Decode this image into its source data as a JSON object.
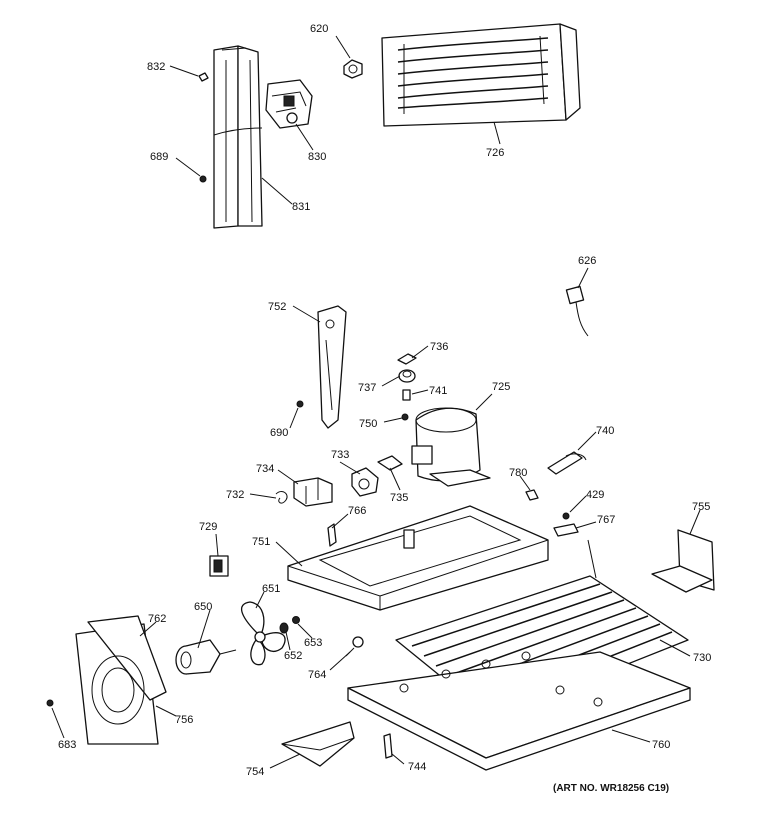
{
  "diagram": {
    "art_number": "(ART NO. WR18256 C19)",
    "callouts": [
      {
        "id": "620",
        "label": "620"
      },
      {
        "id": "726",
        "label": "726"
      },
      {
        "id": "832",
        "label": "832"
      },
      {
        "id": "830",
        "label": "830"
      },
      {
        "id": "689",
        "label": "689"
      },
      {
        "id": "831",
        "label": "831"
      },
      {
        "id": "626",
        "label": "626"
      },
      {
        "id": "752",
        "label": "752"
      },
      {
        "id": "736",
        "label": "736"
      },
      {
        "id": "737",
        "label": "737"
      },
      {
        "id": "741",
        "label": "741"
      },
      {
        "id": "725",
        "label": "725"
      },
      {
        "id": "750",
        "label": "750"
      },
      {
        "id": "690",
        "label": "690"
      },
      {
        "id": "740",
        "label": "740"
      },
      {
        "id": "733",
        "label": "733"
      },
      {
        "id": "734",
        "label": "734"
      },
      {
        "id": "735",
        "label": "735"
      },
      {
        "id": "780",
        "label": "780"
      },
      {
        "id": "429",
        "label": "429"
      },
      {
        "id": "732",
        "label": "732"
      },
      {
        "id": "766",
        "label": "766"
      },
      {
        "id": "767",
        "label": "767"
      },
      {
        "id": "755",
        "label": "755"
      },
      {
        "id": "729",
        "label": "729"
      },
      {
        "id": "751",
        "label": "751"
      },
      {
        "id": "651",
        "label": "651"
      },
      {
        "id": "650",
        "label": "650"
      },
      {
        "id": "762",
        "label": "762"
      },
      {
        "id": "653",
        "label": "653"
      },
      {
        "id": "652",
        "label": "652"
      },
      {
        "id": "764",
        "label": "764"
      },
      {
        "id": "730",
        "label": "730"
      },
      {
        "id": "683",
        "label": "683"
      },
      {
        "id": "756",
        "label": "756"
      },
      {
        "id": "760",
        "label": "760"
      },
      {
        "id": "754",
        "label": "754"
      },
      {
        "id": "744",
        "label": "744"
      }
    ]
  }
}
